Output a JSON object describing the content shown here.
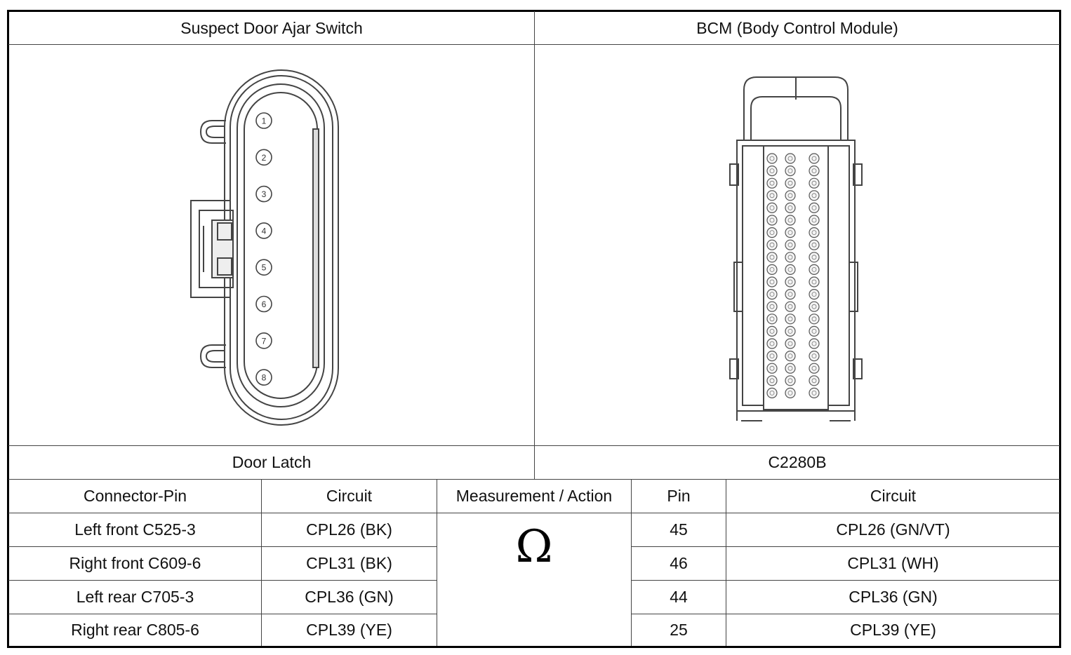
{
  "headers": {
    "left": "Suspect Door Ajar Switch",
    "right": "BCM (Body Control Module)"
  },
  "labels": {
    "left": "Door Latch",
    "right": "C2280B"
  },
  "latch_connector": {
    "pins": [
      "1",
      "2",
      "3",
      "4",
      "5",
      "6",
      "7",
      "8"
    ]
  },
  "table": {
    "columns": [
      "Connector-Pin",
      "Circuit",
      "Measurement / Action",
      "Pin",
      "Circuit"
    ],
    "measurement_symbol": "Ω",
    "rows": [
      {
        "connector_pin": "Left front C525-3",
        "circuit": "CPL26 (BK)",
        "pin": "45",
        "bcm_circuit": "CPL26 (GN/VT)"
      },
      {
        "connector_pin": "Right front C609-6",
        "circuit": "CPL31 (BK)",
        "pin": "46",
        "bcm_circuit": "CPL31 (WH)"
      },
      {
        "connector_pin": "Left rear C705-3",
        "circuit": "CPL36 (GN)",
        "pin": "44",
        "bcm_circuit": "CPL36 (GN)"
      },
      {
        "connector_pin": "Right rear C805-6",
        "circuit": "CPL39 (YE)",
        "pin": "25",
        "bcm_circuit": "CPL39 (YE)"
      }
    ]
  }
}
